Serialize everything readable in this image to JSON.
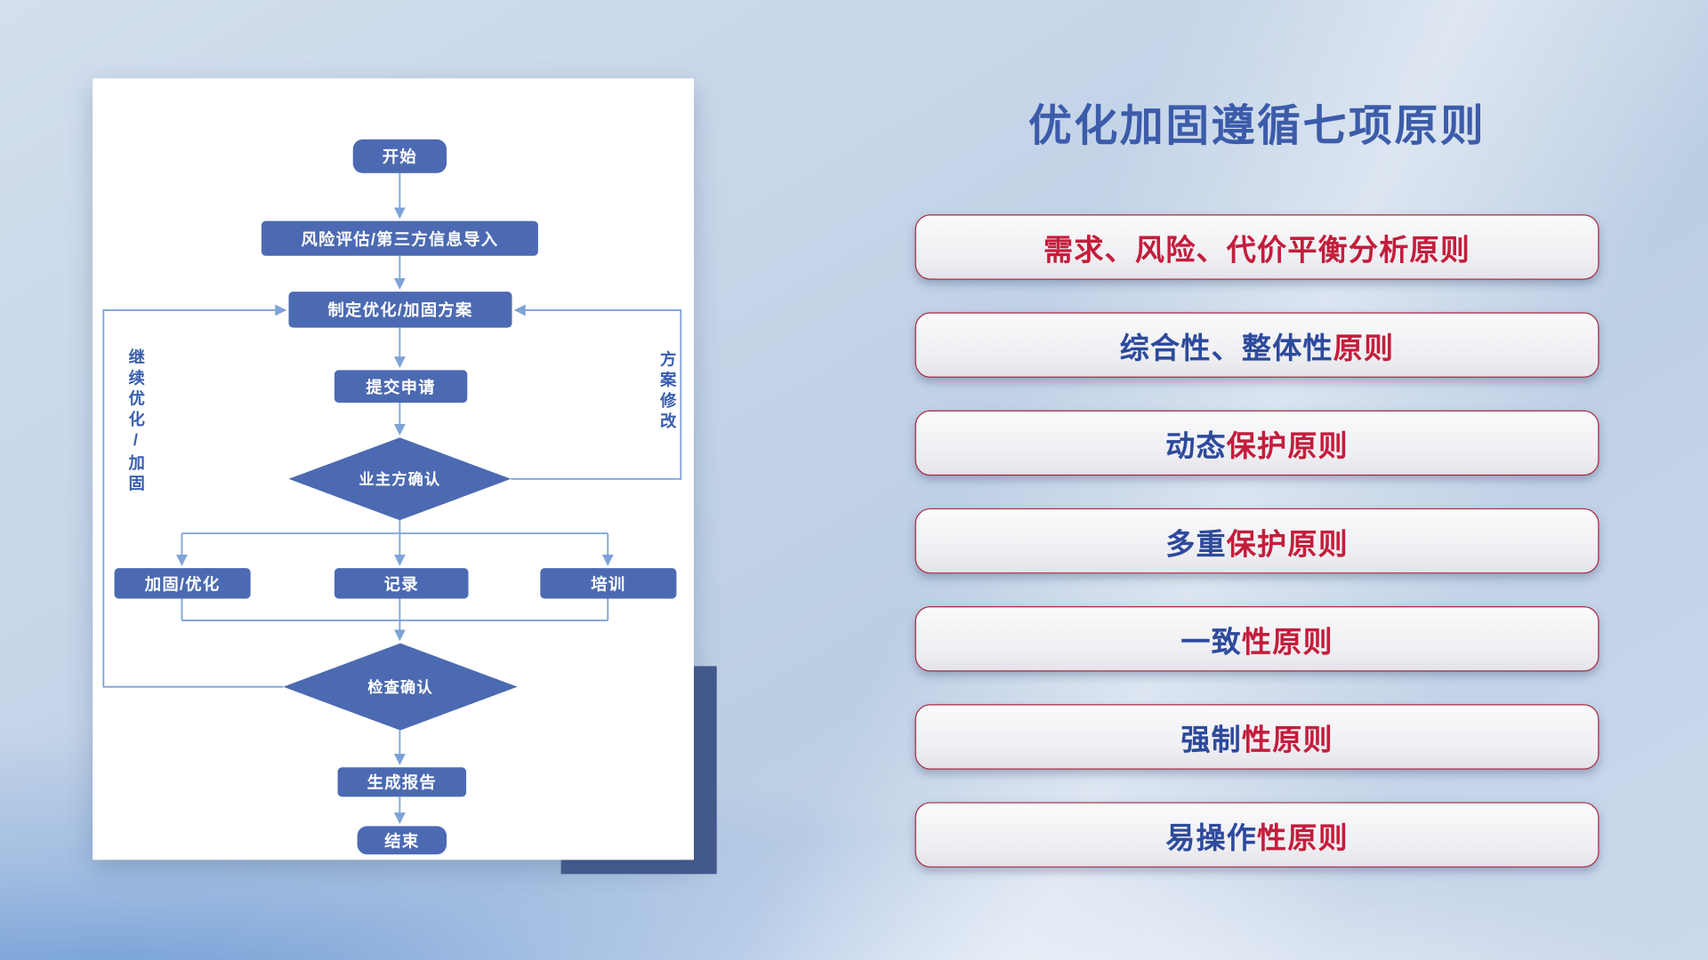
{
  "title": "优化加固遵循七项原则",
  "flowchart": {
    "nodes": {
      "start": "开始",
      "risk_import": "风险评估/第三方信息导入",
      "make_plan": "制定优化/加固方案",
      "submit": "提交申请",
      "owner_confirm": "业主方确认",
      "reinforce": "加固/优化",
      "record": "记录",
      "training": "培训",
      "check_confirm": "检查确认",
      "report": "生成报告",
      "end": "结束"
    },
    "loop_labels": {
      "left": "继续优化/加固",
      "right": "方案修改"
    }
  },
  "principles": [
    {
      "blue": "",
      "red": "需求、风险、代价平衡分析原则"
    },
    {
      "blue": "综合性、整体性",
      "red": "原则"
    },
    {
      "blue": "动态",
      "red": "保护原则"
    },
    {
      "blue": "多重",
      "red": "保护原则"
    },
    {
      "blue": "一致",
      "red": "性原则"
    },
    {
      "blue": "强制",
      "red": "性原则"
    },
    {
      "blue": "易操作",
      "red": "性原则"
    }
  ],
  "colors": {
    "title_blue": "#3c5caa",
    "principle_red": "#c31e3c",
    "principle_blue": "#2d4a9c",
    "principle_border": "#a5293f",
    "node_fill": "#4c6ab2",
    "connector_blue": "#7da3d8",
    "loop_label_blue": "#3a5fae",
    "shadow_navy": "#44598c"
  }
}
